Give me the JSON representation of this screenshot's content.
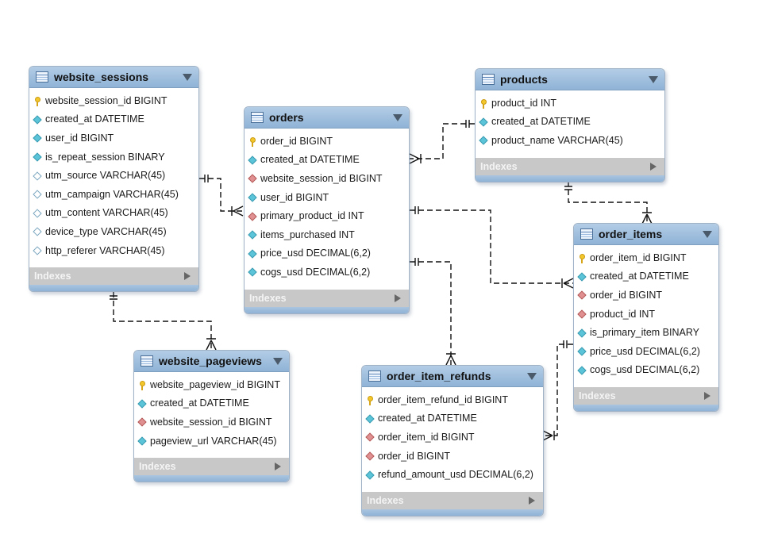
{
  "tables": {
    "website_sessions": {
      "title": "website_sessions",
      "columns": [
        {
          "text": "website_session_id BIGINT",
          "icon": "primary-key-icon"
        },
        {
          "text": "created_at DATETIME",
          "icon": "column-diamond-icon"
        },
        {
          "text": "user_id BIGINT",
          "icon": "column-diamond-icon"
        },
        {
          "text": "is_repeat_session BINARY",
          "icon": "column-diamond-icon"
        },
        {
          "text": "utm_source VARCHAR(45)",
          "icon": "nullable-diamond-icon"
        },
        {
          "text": "utm_campaign VARCHAR(45)",
          "icon": "nullable-diamond-icon"
        },
        {
          "text": "utm_content VARCHAR(45)",
          "icon": "nullable-diamond-icon"
        },
        {
          "text": "device_type VARCHAR(45)",
          "icon": "nullable-diamond-icon"
        },
        {
          "text": "http_referer VARCHAR(45)",
          "icon": "nullable-diamond-icon"
        }
      ],
      "indexes_label": "Indexes"
    },
    "orders": {
      "title": "orders",
      "columns": [
        {
          "text": "order_id BIGINT",
          "icon": "primary-key-icon"
        },
        {
          "text": "created_at DATETIME",
          "icon": "column-diamond-icon"
        },
        {
          "text": "website_session_id BIGINT",
          "icon": "foreign-key-diamond-icon"
        },
        {
          "text": "user_id BIGINT",
          "icon": "column-diamond-icon"
        },
        {
          "text": "primary_product_id INT",
          "icon": "foreign-key-diamond-icon"
        },
        {
          "text": "items_purchased INT",
          "icon": "column-diamond-icon"
        },
        {
          "text": "price_usd DECIMAL(6,2)",
          "icon": "column-diamond-icon"
        },
        {
          "text": "cogs_usd DECIMAL(6,2)",
          "icon": "column-diamond-icon"
        }
      ],
      "indexes_label": "Indexes"
    },
    "products": {
      "title": "products",
      "columns": [
        {
          "text": "product_id INT",
          "icon": "primary-key-icon"
        },
        {
          "text": "created_at DATETIME",
          "icon": "column-diamond-icon"
        },
        {
          "text": "product_name VARCHAR(45)",
          "icon": "column-diamond-icon"
        }
      ],
      "indexes_label": "Indexes"
    },
    "order_items": {
      "title": "order_items",
      "columns": [
        {
          "text": "order_item_id BIGINT",
          "icon": "primary-key-icon"
        },
        {
          "text": "created_at DATETIME",
          "icon": "column-diamond-icon"
        },
        {
          "text": "order_id BIGINT",
          "icon": "foreign-key-diamond-icon"
        },
        {
          "text": "product_id INT",
          "icon": "foreign-key-diamond-icon"
        },
        {
          "text": "is_primary_item BINARY",
          "icon": "column-diamond-icon"
        },
        {
          "text": "price_usd DECIMAL(6,2)",
          "icon": "column-diamond-icon"
        },
        {
          "text": "cogs_usd DECIMAL(6,2)",
          "icon": "column-diamond-icon"
        }
      ],
      "indexes_label": "Indexes"
    },
    "website_pageviews": {
      "title": "website_pageviews",
      "columns": [
        {
          "text": "website_pageview_id BIGINT",
          "icon": "primary-key-icon"
        },
        {
          "text": "created_at DATETIME",
          "icon": "column-diamond-icon"
        },
        {
          "text": "website_session_id BIGINT",
          "icon": "foreign-key-diamond-icon"
        },
        {
          "text": "pageview_url VARCHAR(45)",
          "icon": "column-diamond-icon"
        }
      ],
      "indexes_label": "Indexes"
    },
    "order_item_refunds": {
      "title": "order_item_refunds",
      "columns": [
        {
          "text": "order_item_refund_id BIGINT",
          "icon": "primary-key-icon"
        },
        {
          "text": "created_at DATETIME",
          "icon": "column-diamond-icon"
        },
        {
          "text": "order_item_id BIGINT",
          "icon": "foreign-key-diamond-icon"
        },
        {
          "text": "order_id BIGINT",
          "icon": "foreign-key-diamond-icon"
        },
        {
          "text": "refund_amount_usd DECIMAL(6,2)",
          "icon": "column-diamond-icon"
        }
      ],
      "indexes_label": "Indexes"
    }
  },
  "relationships": [
    {
      "from": "website_sessions",
      "to": "orders",
      "cardinality": "one-to-many"
    },
    {
      "from": "website_sessions",
      "to": "website_pageviews",
      "cardinality": "one-to-many"
    },
    {
      "from": "products",
      "to": "orders",
      "cardinality": "one-to-many"
    },
    {
      "from": "products",
      "to": "order_items",
      "cardinality": "one-to-many"
    },
    {
      "from": "orders",
      "to": "order_items",
      "cardinality": "one-to-many"
    },
    {
      "from": "orders",
      "to": "order_item_refunds",
      "cardinality": "one-to-many"
    },
    {
      "from": "order_items",
      "to": "order_item_refunds",
      "cardinality": "one-to-many"
    }
  ],
  "colors": {
    "header": "#9fbfde",
    "indexes_bar": "#c8c8c8",
    "primary_key": "#f3c72c",
    "column": "#5cc4d8",
    "foreign_key": "#e09090"
  }
}
